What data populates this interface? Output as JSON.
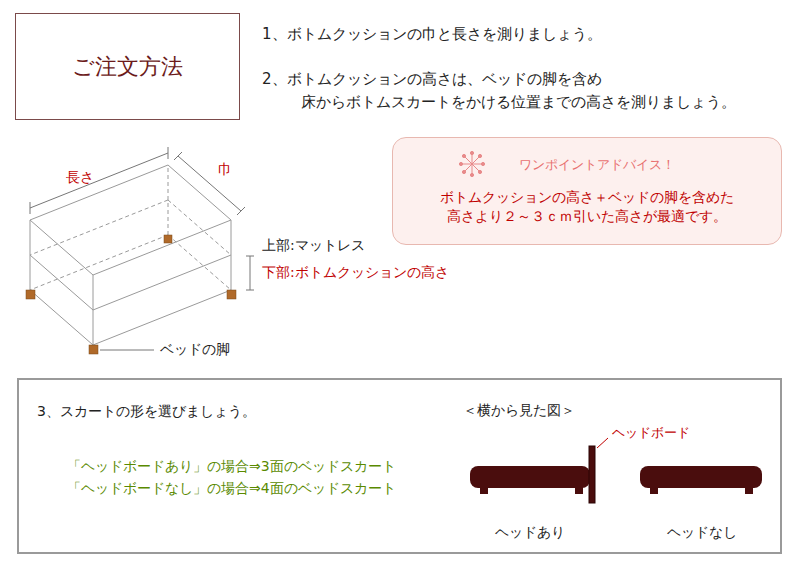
{
  "diagram": {
    "nodes": [
      {
        "text": [
          "ご注文方法"
        ]
      },
      {
        "text": [
          "ワンポイントアドバイス！",
          "ボトムクッションの高さ＋ベッドの脚を含めた 高さより２～３ｃｍ引いた高さが最適です。"
        ]
      },
      {
        "text": [
          "3、スカートの形を選びましょう。",
          "「ヘッドボードあり」の場合⇒3面のベッドスカート",
          "「ヘッドボードなし」の場合⇒4面のベッドスカート"
        ]
      }
    ],
    "labels": [
      "1、ボトムクッションの巾と長さを測りましょう。",
      "2、ボトムクッションの高さは、ベッドの脚を含め 床からボトムスカートをかける位置までの高さを測りましょう。",
      "長さ",
      "巾",
      "上部:マットレス",
      "下部:ボトムクッションの高さ",
      "ベッドの脚",
      "＜横から見た図＞",
      "ヘッドボード",
      "ヘッドあり",
      "ヘッドなし"
    ]
  }
}
